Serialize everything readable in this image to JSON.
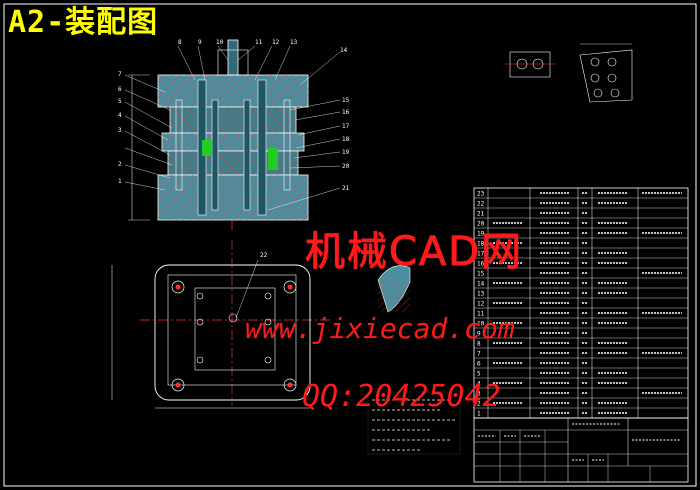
{
  "drawing": {
    "title": "A2-装配图",
    "watermark_name": "机械CAD网",
    "watermark_url": "www.jixiecad.com",
    "watermark_qq": "QQ:20425042",
    "balloon_numbers": [
      "8",
      "9",
      "10",
      "11",
      "12",
      "13",
      "14",
      "7",
      "6",
      "5",
      "4",
      "3",
      "2",
      "1",
      "15",
      "16",
      "17",
      "18",
      "19",
      "20",
      "21",
      "22"
    ],
    "bom_row_numbers": [
      "23",
      "22",
      "21",
      "20",
      "19",
      "18",
      "17",
      "16",
      "15",
      "14",
      "13",
      "12",
      "11",
      "10",
      "9",
      "8",
      "7",
      "6",
      "5",
      "4",
      "3",
      "2",
      "1"
    ],
    "colors": {
      "background": "#000000",
      "frame": "#ffffff",
      "part_fill": "#4a8fa0",
      "hatch": "#ff4444",
      "center_line": "#ff3030",
      "title_color": "#ffff00",
      "watermark": "#ff1a1a",
      "green_bolt": "#22cc22"
    }
  }
}
